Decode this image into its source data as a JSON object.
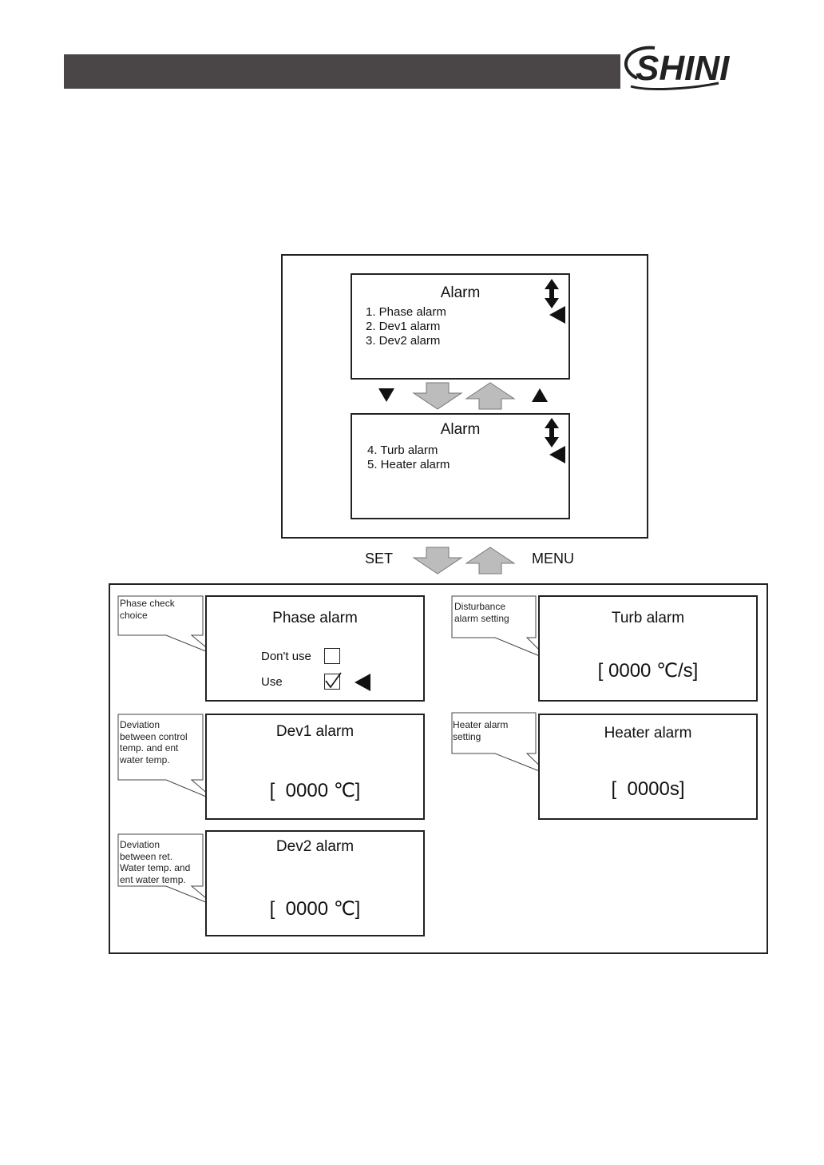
{
  "brand": {
    "logo_text": "SHINI",
    "bar_color": "#4a4546"
  },
  "menu_panel": {
    "screen1": {
      "title": "Alarm",
      "items": [
        "1. Phase alarm",
        "2. Dev1 alarm",
        "3. Dev2 alarm"
      ]
    },
    "screen2": {
      "title": "Alarm",
      "items": [
        "4. Turb alarm",
        "5. Heater alarm"
      ]
    }
  },
  "keys": {
    "set": "SET",
    "menu": "MENU"
  },
  "details": {
    "phase": {
      "title": "Phase alarm",
      "option_off": "Don't use",
      "option_on": "Use",
      "callout": [
        "Phase check",
        "choice"
      ]
    },
    "dev1": {
      "title": "Dev1 alarm",
      "value": "[  0000 ℃]",
      "callout": [
        "Deviation",
        "between control",
        "temp. and ent",
        "water temp."
      ]
    },
    "dev2": {
      "title": "Dev2 alarm",
      "value": "[  0000 ℃]",
      "callout": [
        "Deviation",
        "between ret.",
        "Water temp. and",
        "ent water temp."
      ]
    },
    "turb": {
      "title": "Turb alarm",
      "value": "[ 0000 ℃/s]",
      "callout": [
        "Disturbance",
        "alarm setting"
      ]
    },
    "heater": {
      "title": "Heater alarm",
      "value": "[  0000s]",
      "callout": [
        "Heater alarm",
        "setting"
      ]
    }
  }
}
